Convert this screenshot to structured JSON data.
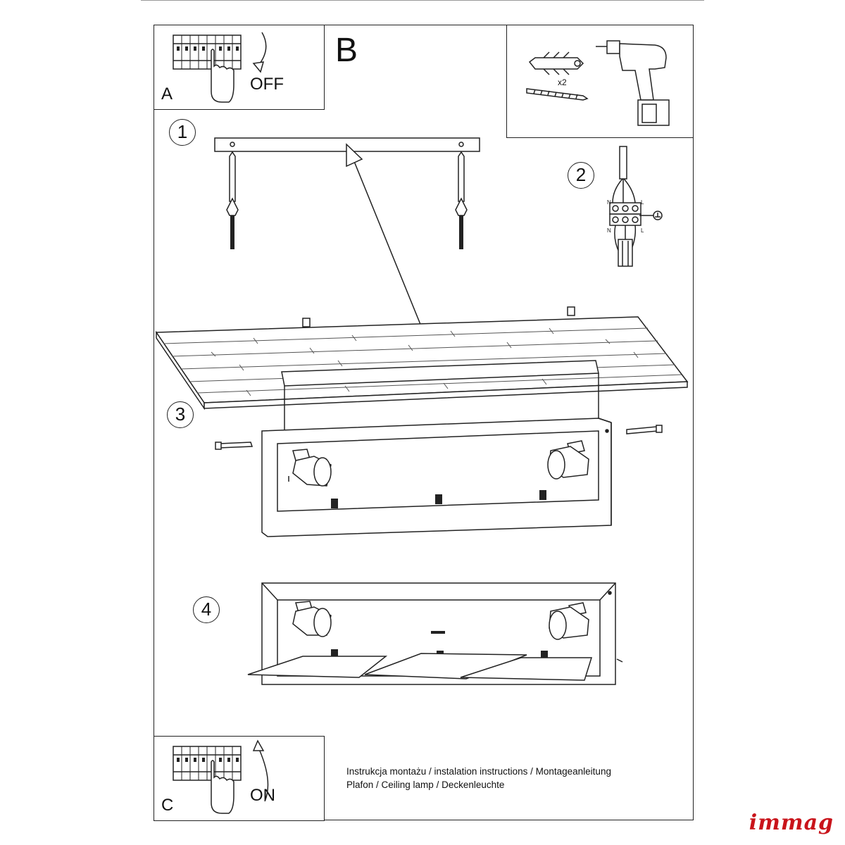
{
  "panels": {
    "a": {
      "letter": "A",
      "switch_state": "OFF",
      "arrow": "turn-off-arrow"
    },
    "b": {
      "letter": "B"
    },
    "c": {
      "letter": "C",
      "switch_state": "ON",
      "arrow": "turn-on-arrow"
    }
  },
  "tools": {
    "quantity": "x2",
    "items": [
      "wall-plug-icon",
      "screw-icon",
      "drill-icon"
    ]
  },
  "steps": [
    "1",
    "2",
    "3",
    "4"
  ],
  "wiring": {
    "labels_top": [
      "N",
      "L"
    ],
    "labels_bottom": [
      "N",
      "L"
    ],
    "ground": "ground-icon"
  },
  "caption": {
    "line1": "Instrukcja montażu / instalation instructions / Montageanleitung",
    "line2": "Plafon / Ceiling lamp / Deckenleuchte"
  },
  "brand": "immag"
}
